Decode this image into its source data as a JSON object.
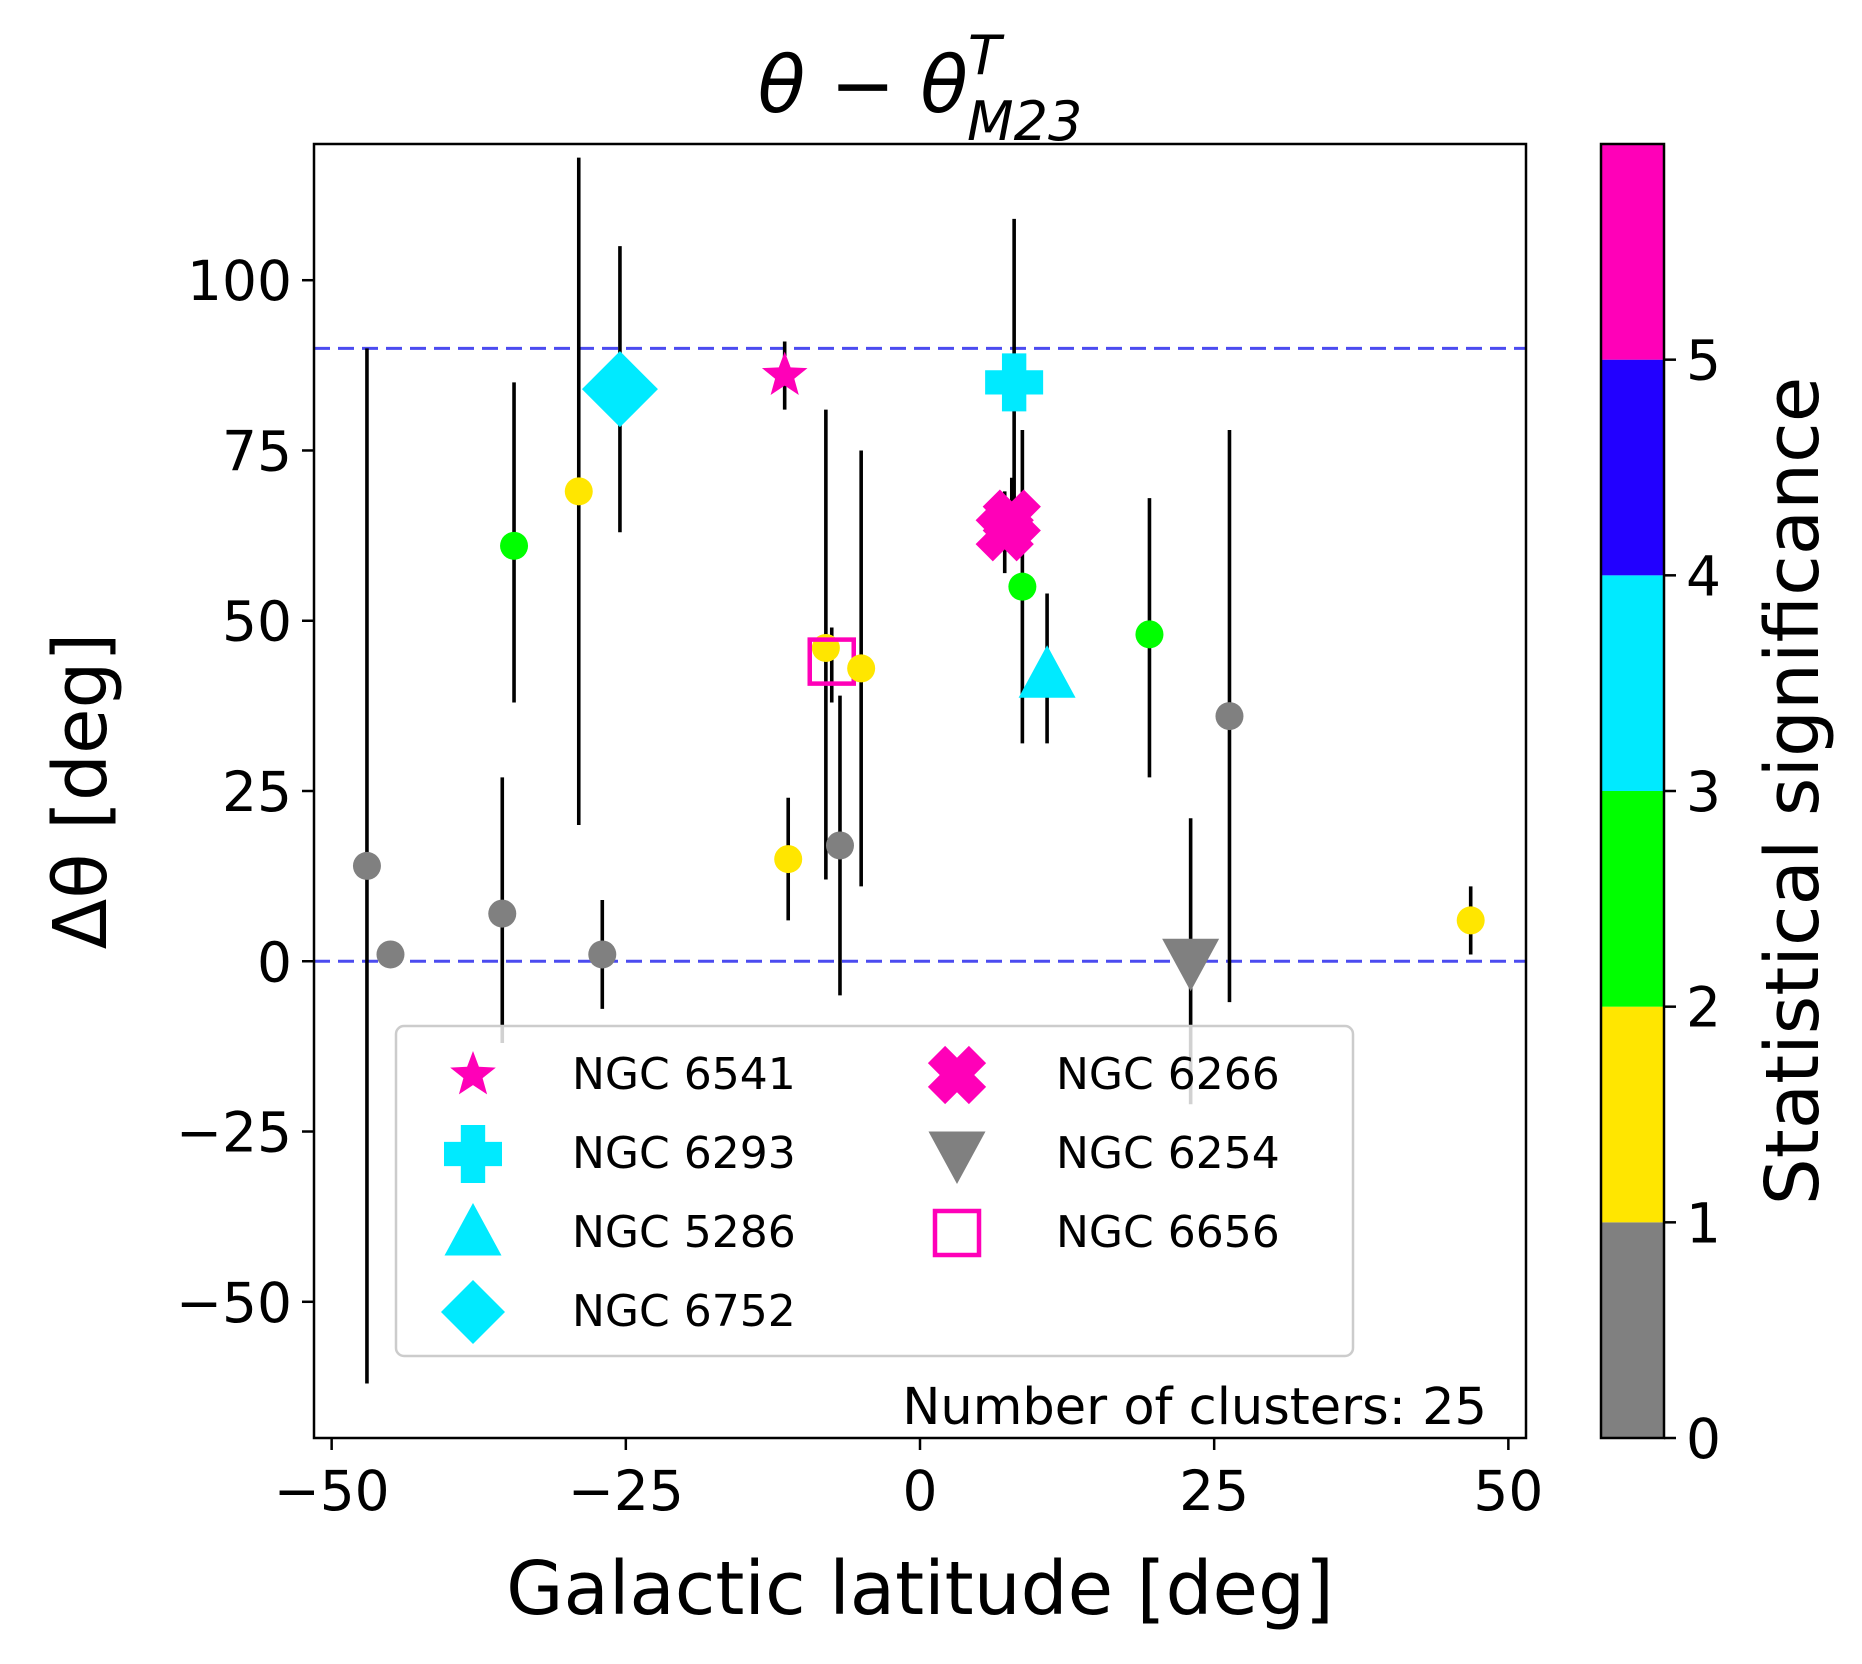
{
  "chart_data": {
    "type": "scatter",
    "title": "θ − θ",
    "title_sup": "T",
    "title_sub": "M23",
    "xlabel": "Galactic latitude [deg]",
    "ylabel": "Δθ [deg]",
    "xlim": [
      -51.5,
      51.5
    ],
    "ylim": [
      -70,
      120
    ],
    "xticks": [
      -50,
      -25,
      0,
      25,
      50
    ],
    "xtick_labels": [
      "−50",
      "−25",
      "0",
      "25",
      "50"
    ],
    "yticks": [
      -50,
      -25,
      0,
      25,
      50,
      75,
      100
    ],
    "ytick_labels": [
      "−50",
      "−25",
      "0",
      "25",
      "50",
      "75",
      "100"
    ],
    "reference_lines": [
      0,
      90
    ],
    "reference_line_color": "#4b4bf0",
    "annotation": "Number of clusters: 25",
    "grid": false,
    "legend_position": "lower-left",
    "colorbar": {
      "label": "Statistical significance",
      "ticks": [
        "0",
        "1",
        "2",
        "3",
        "4",
        "5"
      ],
      "range": [
        0,
        6
      ],
      "bins": [
        {
          "from": 0,
          "to": 1,
          "color": "#808080"
        },
        {
          "from": 1,
          "to": 2,
          "color": "#ffe600"
        },
        {
          "from": 2,
          "to": 3,
          "color": "#00ff00"
        },
        {
          "from": 3,
          "to": 4,
          "color": "#00eaff"
        },
        {
          "from": 4,
          "to": 5,
          "color": "#2200ff"
        },
        {
          "from": 5,
          "to": 6,
          "color": "#ff00b8"
        }
      ]
    },
    "points": [
      {
        "x": -47.0,
        "y": 14,
        "err": [
          -62,
          90
        ],
        "color": "#808080",
        "marker": "circle"
      },
      {
        "x": -45.0,
        "y": 1,
        "err": null,
        "color": "#808080",
        "marker": "circle"
      },
      {
        "x": -35.5,
        "y": 7,
        "err": [
          -12,
          27
        ],
        "color": "#808080",
        "marker": "circle"
      },
      {
        "x": -34.5,
        "y": 61,
        "err": [
          38,
          85
        ],
        "color": "#00ff00",
        "marker": "circle"
      },
      {
        "x": -29.0,
        "y": 69,
        "err": [
          20,
          118
        ],
        "color": "#ffe600",
        "marker": "circle"
      },
      {
        "x": -27.0,
        "y": 1,
        "err": [
          -7,
          9
        ],
        "color": "#808080",
        "marker": "circle"
      },
      {
        "x": -25.5,
        "y": 84,
        "err": [
          63,
          105
        ],
        "color": "#00eaff",
        "marker": "diamond",
        "label": "NGC 6752"
      },
      {
        "x": -11.5,
        "y": 86,
        "err": [
          81,
          91
        ],
        "color": "#ff00b8",
        "marker": "star",
        "label": "NGC 6541"
      },
      {
        "x": -11.2,
        "y": 15,
        "err": [
          6,
          24
        ],
        "color": "#ffe600",
        "marker": "circle"
      },
      {
        "x": -8.0,
        "y": 46,
        "err": [
          12,
          81
        ],
        "color": "#ffe600",
        "marker": "circle"
      },
      {
        "x": -7.5,
        "y": 44,
        "err": [
          38,
          49
        ],
        "color": "#ff00b8",
        "marker": "square-open",
        "label": "NGC 6656"
      },
      {
        "x": -6.8,
        "y": 17,
        "err": [
          -5,
          39
        ],
        "color": "#808080",
        "marker": "circle"
      },
      {
        "x": -5.0,
        "y": 43,
        "err": [
          11,
          75
        ],
        "color": "#ffe600",
        "marker": "circle"
      },
      {
        "x": 7.2,
        "y": 63,
        "err": [
          57,
          69
        ],
        "color": "#ff00b8",
        "marker": "x"
      },
      {
        "x": 7.8,
        "y": 65,
        "err": [
          60,
          71
        ],
        "color": "#ff00b8",
        "marker": "x",
        "label": "NGC 6266"
      },
      {
        "x": 8.0,
        "y": 85,
        "err": [
          60,
          109
        ],
        "color": "#00eaff",
        "marker": "plus",
        "label": "NGC 6293"
      },
      {
        "x": 8.7,
        "y": 55,
        "err": [
          32,
          78
        ],
        "color": "#00ff00",
        "marker": "circle"
      },
      {
        "x": 10.8,
        "y": 42,
        "err": [
          32,
          54
        ],
        "color": "#00eaff",
        "marker": "triangle-up",
        "label": "NGC 5286"
      },
      {
        "x": 19.5,
        "y": 48,
        "err": [
          27,
          68
        ],
        "color": "#00ff00",
        "marker": "circle"
      },
      {
        "x": 23.0,
        "y": 0,
        "err": [
          -21,
          21
        ],
        "color": "#808080",
        "marker": "triangle-down",
        "label": "NGC 6254"
      },
      {
        "x": 26.3,
        "y": 36,
        "err": [
          -6,
          78
        ],
        "color": "#808080",
        "marker": "circle"
      },
      {
        "x": 46.8,
        "y": 6,
        "err": [
          1,
          11
        ],
        "color": "#ffe600",
        "marker": "circle"
      }
    ],
    "legend": [
      {
        "label": "NGC 6541",
        "marker": "star",
        "color": "#ff00b8"
      },
      {
        "label": "NGC 6293",
        "marker": "plus",
        "color": "#00eaff"
      },
      {
        "label": "NGC 5286",
        "marker": "triangle-up",
        "color": "#00eaff"
      },
      {
        "label": "NGC 6752",
        "marker": "diamond",
        "color": "#00eaff"
      },
      {
        "label": "NGC 6266",
        "marker": "x",
        "color": "#ff00b8"
      },
      {
        "label": "NGC 6254",
        "marker": "triangle-down",
        "color": "#808080"
      },
      {
        "label": "NGC 6656",
        "marker": "square-open",
        "color": "#ff00b8"
      }
    ]
  }
}
